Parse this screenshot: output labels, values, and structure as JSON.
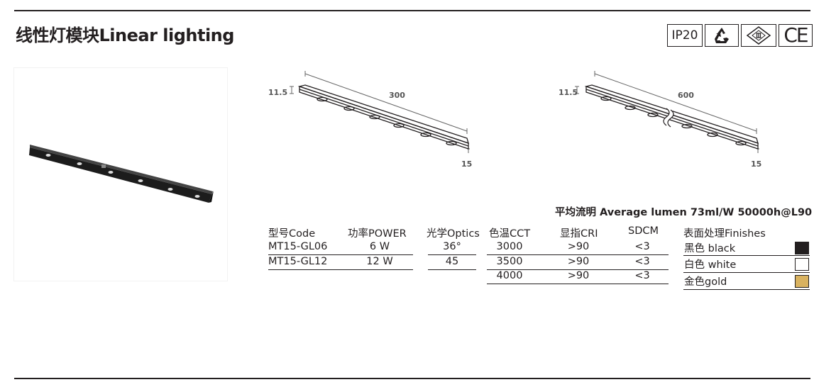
{
  "page_title": "线性灯模块Linear lighting",
  "certifications": {
    "ip_rating": "IP20",
    "icons": [
      "recycle-icon",
      "class-iii-icon",
      "ce-mark-icon"
    ],
    "ce_text": "CE"
  },
  "drawings": [
    {
      "length": "300",
      "height": "11.5",
      "width": "15"
    },
    {
      "length": "600",
      "height": "11.5",
      "width": "15"
    }
  ],
  "lumen_note": "平均流明 Average lumen  73ml/W   50000h@L90",
  "table": {
    "headers": {
      "model": "型号Code",
      "power": "功率POWER",
      "optics": "光学Optics",
      "cct": "色温CCT",
      "cri": "显指CRI",
      "sdcm": "SDCM",
      "finish": "表面处理Finishes"
    },
    "models": [
      {
        "code": "MT15-GL06",
        "power": "6 W"
      },
      {
        "code": "MT15-GL12",
        "power": "12 W"
      }
    ],
    "optics": [
      "36°",
      "45"
    ],
    "cct_rows": [
      {
        "cct": "3000",
        "cri": ">90",
        "sdcm": "<3"
      },
      {
        "cct": "3500",
        "cri": ">90",
        "sdcm": "<3"
      },
      {
        "cct": "4000",
        "cri": ">90",
        "sdcm": "<3"
      }
    ],
    "finishes": [
      {
        "label": "黑色 black",
        "color": "#231f20"
      },
      {
        "label": "白色 white",
        "color": "#ffffff"
      },
      {
        "label": "金色gold",
        "color": "#d9b25f"
      }
    ]
  }
}
